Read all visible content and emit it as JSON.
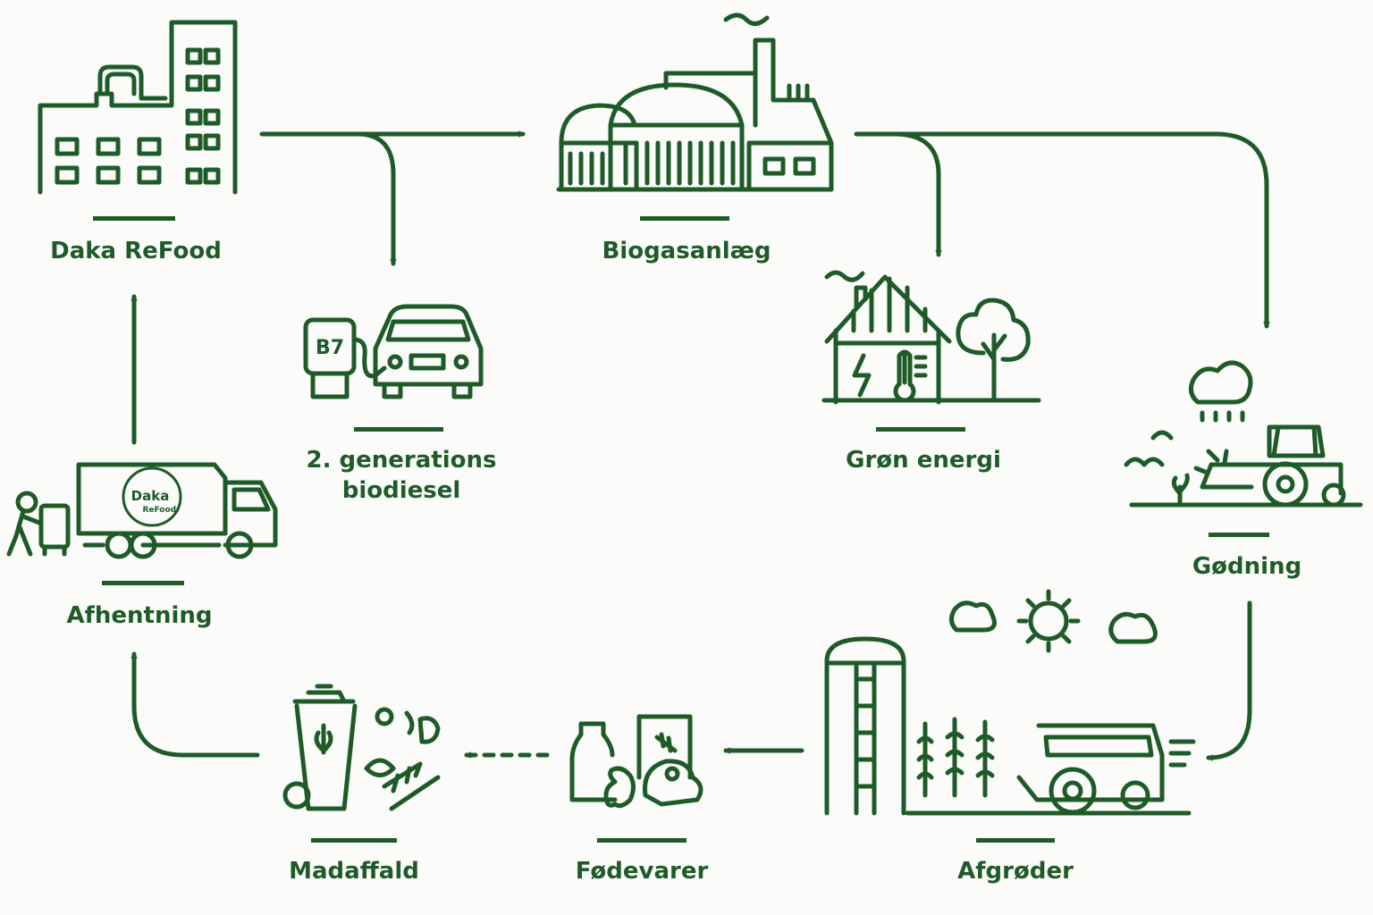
{
  "diagram": {
    "nodes": {
      "daka_refood": {
        "label": "Daka ReFood"
      },
      "biogas": {
        "label": "Biogasanlæg"
      },
      "biodiesel": {
        "label_line1": "2. generations",
        "label_line2": "biodiesel"
      },
      "green_energy": {
        "label": "Grøn energi"
      },
      "fertilizer": {
        "label": "Gødning"
      },
      "pickup": {
        "label": "Afhentning"
      },
      "food_waste": {
        "label": "Madaffald"
      },
      "foods": {
        "label": "Fødevarer"
      },
      "crops": {
        "label": "Afgrøder"
      }
    },
    "truck_logo": {
      "line1": "Daka",
      "line2": "ReFood."
    },
    "pump_label": "B7",
    "colors": {
      "primary": "#1f5b28",
      "background": "#fbfcfa"
    },
    "icons": [
      "factory-icon",
      "biogas-plant-icon",
      "car-fuel-pump-icon",
      "house-energy-icon",
      "tractor-icon",
      "truck-icon",
      "waste-bin-icon",
      "groceries-icon",
      "silo-harvester-icon"
    ]
  }
}
